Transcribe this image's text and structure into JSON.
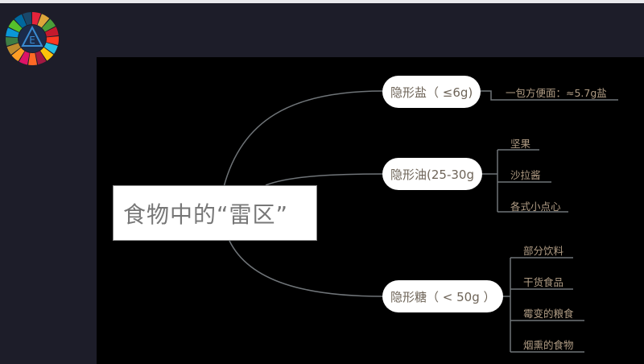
{
  "central_topic": "食物中的“雷区”",
  "branches": [
    {
      "label": "隐形盐（ ≤6g)",
      "children": [
        "一包方便面：≈5.7g盐"
      ]
    },
    {
      "label": "隐形油(25-30g",
      "children": [
        "坚果",
        "沙拉酱",
        "各式小点心"
      ]
    },
    {
      "label": "隐形糖（ < 50g ）",
      "children": [
        "部分饮料",
        "干货食品",
        "霉变的粮食",
        "烟熏的食物"
      ]
    }
  ],
  "colors": {
    "background": "#1d1d29",
    "canvas": "#000000",
    "leaf_text": "#b09c84",
    "line": "#6f7478"
  }
}
